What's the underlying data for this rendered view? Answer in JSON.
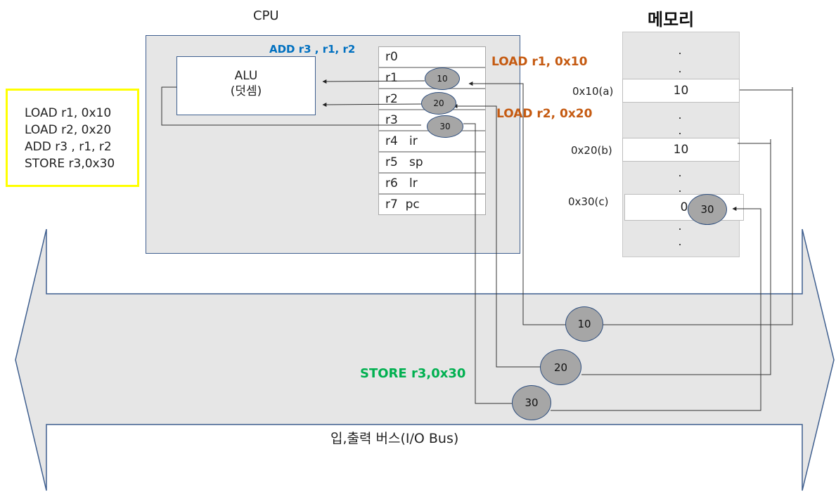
{
  "cpu": {
    "title": "CPU",
    "add_label": "ADD r3 , r1, r2",
    "alu_line1": "ALU",
    "alu_line2": "(덧셈)",
    "registers": [
      "r0",
      "r1",
      "r2",
      "r3",
      "r4   ir",
      "r5   sp",
      "r6   lr",
      "r7  pc"
    ],
    "r1_value": "10",
    "r2_value": "20",
    "r3_value": "30"
  },
  "program": {
    "lines": [
      "LOAD r1, 0x10",
      "LOAD r2, 0x20",
      "ADD r3 , r1, r2",
      "STORE r3,0x30"
    ]
  },
  "labels": {
    "load_r1": "LOAD r1, 0x10",
    "load_r2": "LOAD r2, 0x20",
    "store": "STORE r3,0x30"
  },
  "memory": {
    "title": "메모리",
    "dot": ".",
    "cell_10_addr": "0x10(a)",
    "cell_10_value": "10",
    "cell_20_addr": "0x20(b)",
    "cell_20_value": "10",
    "cell_30_addr": "0x30(c)",
    "cell_30_value": "0",
    "cell_30_new": "30"
  },
  "bus": {
    "label": "입,출력 버스(I/O Bus)",
    "token_1": "10",
    "token_2": "20",
    "token_3": "30"
  },
  "colors": {
    "orange": "#c55a11",
    "blue": "#0070c0",
    "green": "#00b050",
    "yellow_border": "#ffff00",
    "bus_fill": "#e6e6e6"
  }
}
